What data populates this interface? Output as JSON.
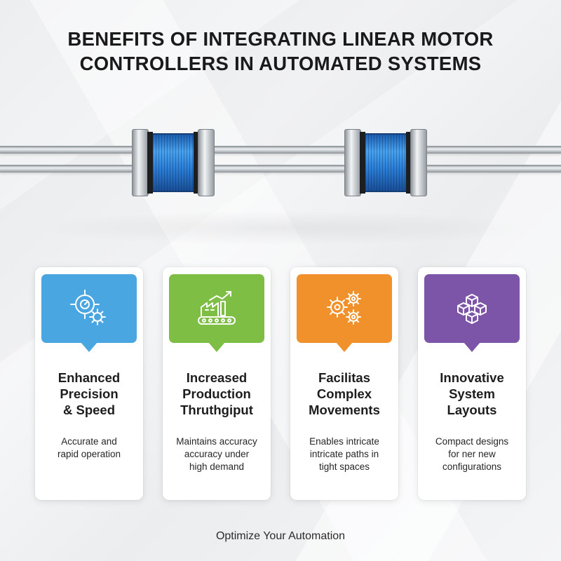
{
  "title": {
    "line1": "BENEFITS OF INTEGRATING LINEAR MOTOR",
    "line2": "CONTROLLERS IN AUTOMATED SYSTEMS"
  },
  "cards": [
    {
      "color": "#4aa6e0",
      "icon": "precision-target-gear-icon",
      "title_lines": [
        "Enhanced",
        "Precision",
        "& Speed"
      ],
      "desc_lines": [
        "Accurate and",
        "rapid operation"
      ]
    },
    {
      "color": "#7fbe45",
      "icon": "factory-conveyor-growth-icon",
      "title_lines": [
        "Increased",
        "Production",
        "Thruthgiput"
      ],
      "desc_lines": [
        "Maintains accuracy",
        "accuracy under",
        "high demand"
      ]
    },
    {
      "color": "#f0912b",
      "icon": "gears-icon",
      "title_lines": [
        "Facilitas",
        "Complex",
        "Movements"
      ],
      "desc_lines": [
        "Enables intricate",
        "intricate paths in",
        "tight spaces"
      ]
    },
    {
      "color": "#7d55a8",
      "icon": "modular-cubes-icon",
      "title_lines": [
        "Innovative",
        "System",
        "Layouts"
      ],
      "desc_lines": [
        "Compact designs",
        "for ner new",
        "configurations"
      ]
    }
  ],
  "footer": "Optimize Your Automation"
}
